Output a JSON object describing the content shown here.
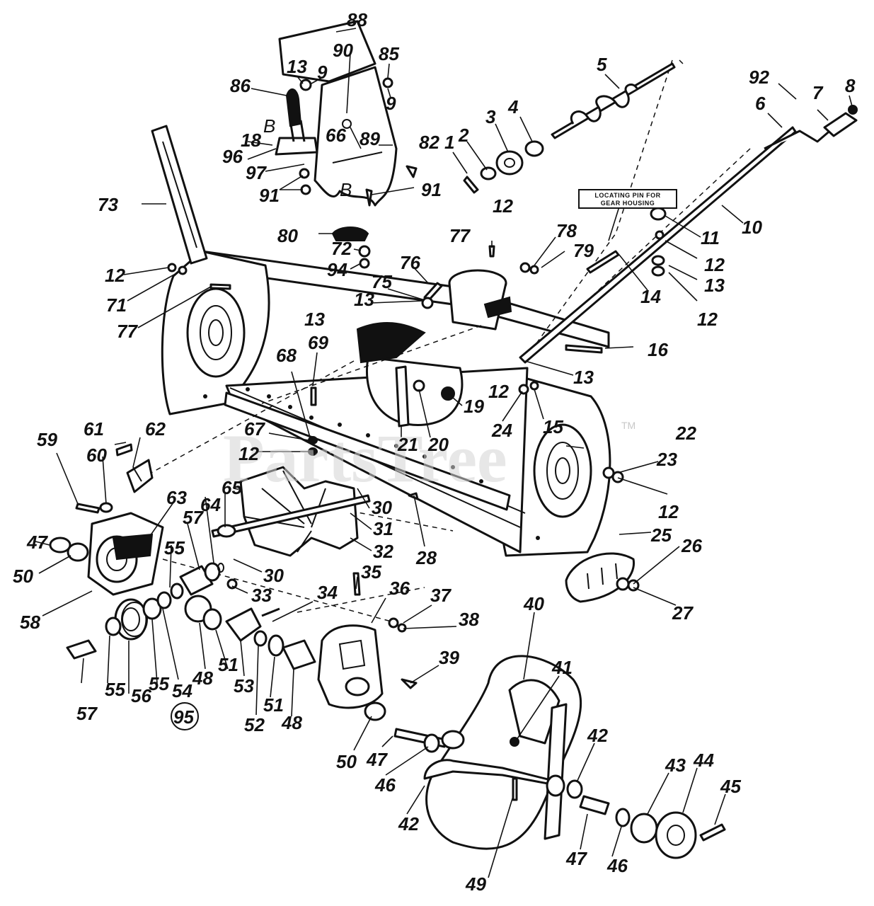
{
  "watermark": {
    "text": "PartsTree",
    "trademark": "TM"
  },
  "note_label": {
    "line1": "LOCATING PIN FOR",
    "line2": "GEAR HOUSING"
  },
  "letters": [
    "B",
    "B"
  ],
  "callouts": [
    "1",
    "2",
    "3",
    "4",
    "5",
    "6",
    "7",
    "8",
    "9",
    "9",
    "10",
    "11",
    "12",
    "12",
    "12",
    "12",
    "12",
    "12",
    "12",
    "13",
    "13",
    "13",
    "13",
    "13",
    "14",
    "15",
    "16",
    "18",
    "19",
    "20",
    "21",
    "22",
    "23",
    "24",
    "25",
    "26",
    "27",
    "28",
    "30",
    "30",
    "31",
    "32",
    "33",
    "34",
    "35",
    "36",
    "37",
    "38",
    "39",
    "40",
    "41",
    "42",
    "42",
    "43",
    "44",
    "45",
    "46",
    "46",
    "47",
    "47",
    "47",
    "48",
    "48",
    "49",
    "50",
    "50",
    "51",
    "51",
    "52",
    "53",
    "54",
    "55",
    "55",
    "55",
    "55",
    "56",
    "57",
    "57",
    "58",
    "59",
    "60",
    "61",
    "62",
    "63",
    "64",
    "65",
    "66",
    "67",
    "68",
    "69",
    "71",
    "72",
    "73",
    "75",
    "76",
    "77",
    "77",
    "78",
    "79",
    "80",
    "82",
    "85",
    "86",
    "88",
    "89",
    "90",
    "91",
    "91",
    "92",
    "94",
    "95",
    "96",
    "97"
  ]
}
